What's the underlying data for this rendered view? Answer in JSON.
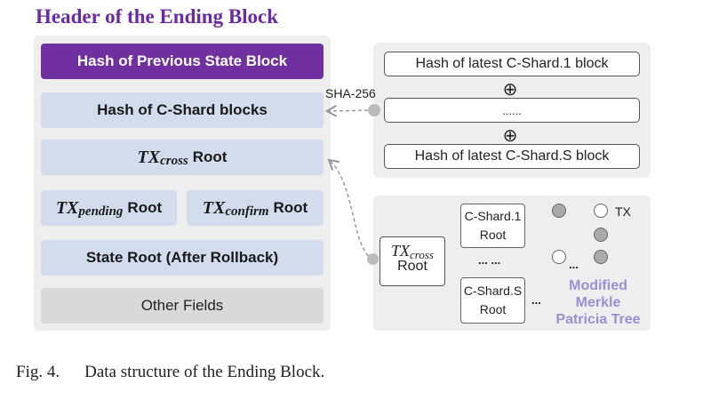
{
  "title": "Header of the Ending Block",
  "header_fields": {
    "prev_state": "Hash of Previous State Block",
    "cshard_hash": "Hash of C-Shard blocks",
    "tx_cross_root": {
      "main": "TX",
      "sub": "cross",
      "suffix": "Root"
    },
    "tx_pending_root": {
      "main": "TX",
      "sub": "pending",
      "suffix": "Root"
    },
    "tx_confirm_root": {
      "main": "TX",
      "sub": "confirm",
      "suffix": "Root"
    },
    "state_root": "State Root (After Rollback)",
    "other_fields": "Other Fields"
  },
  "hash_panel": {
    "shard1": "Hash of latest C-Shard.1 block",
    "oplus": "⊕",
    "middle": "......",
    "shardS": "Hash of latest C-Shard.S block",
    "sha_label": "SHA-256"
  },
  "tree": {
    "root": {
      "main": "TX",
      "sub": "cross",
      "suffix": "Root"
    },
    "shard1": {
      "line1": "C-Shard.1",
      "line2": "Root"
    },
    "shardS": {
      "line1": "C-Shard.S",
      "line2": "Root"
    },
    "mid_dots": "... ...",
    "side_dots": "...",
    "leaf_dots": "...",
    "tx_label": "TX",
    "mpt_label": [
      "Modified",
      "Merkle",
      "Patricia Tree"
    ]
  },
  "caption": {
    "number": "Fig. 4.",
    "text": "Data structure of the Ending Block."
  },
  "colors": {
    "purple": "#7030a0",
    "light_blue": "#d3dcec",
    "gray": "#d9d9d9",
    "panel": "#eeeeee",
    "mpt": "#9b8fd6"
  }
}
